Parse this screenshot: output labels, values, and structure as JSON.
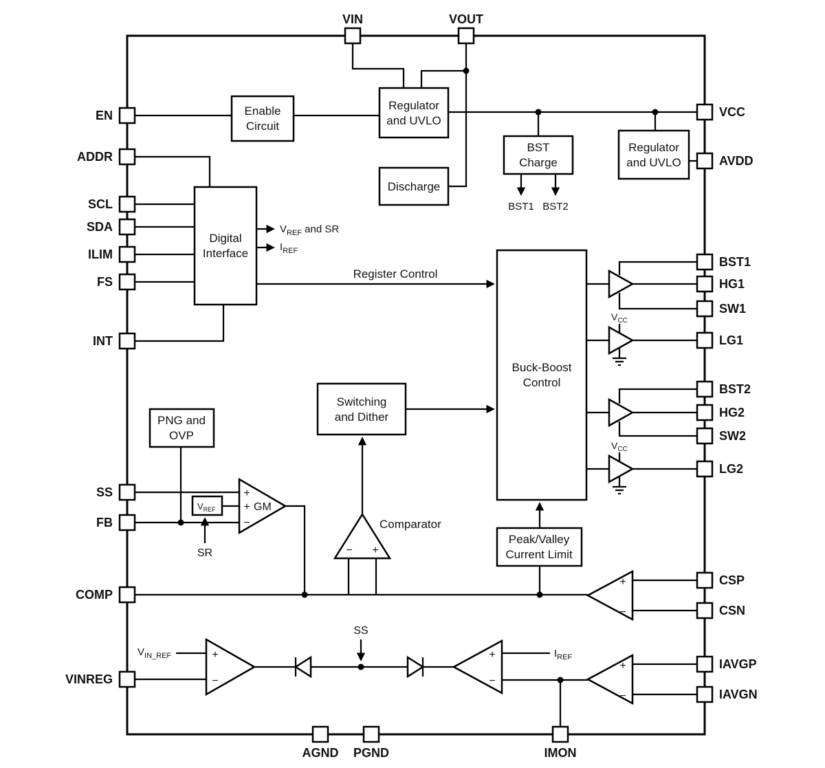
{
  "pins": {
    "vin": "VIN",
    "vout": "VOUT",
    "en": "EN",
    "addr": "ADDR",
    "scl": "SCL",
    "sda": "SDA",
    "ilim": "ILIM",
    "fs": "FS",
    "int": "INT",
    "ss": "SS",
    "fb": "FB",
    "comp": "COMP",
    "vinreg": "VINREG",
    "vcc": "VCC",
    "avdd": "AVDD",
    "bst1": "BST1",
    "hg1": "HG1",
    "sw1": "SW1",
    "lg1": "LG1",
    "bst2": "BST2",
    "hg2": "HG2",
    "sw2": "SW2",
    "lg2": "LG2",
    "csp": "CSP",
    "csn": "CSN",
    "iavgp": "IAVGP",
    "iavgn": "IAVGN",
    "agnd": "AGND",
    "pgnd": "PGND",
    "imon": "IMON"
  },
  "blocks": {
    "enable": {
      "l1": "Enable",
      "l2": "Circuit"
    },
    "reg_uvlo_top": {
      "l1": "Regulator",
      "l2": "and UVLO"
    },
    "discharge": {
      "l1": "Discharge"
    },
    "bst_charge": {
      "l1": "BST",
      "l2": "Charge"
    },
    "reg_uvlo_right": {
      "l1": "Regulator",
      "l2": "and UVLO"
    },
    "digital_interface": {
      "l1": "Digital",
      "l2": "Interface"
    },
    "buck_boost": {
      "l1": "Buck-Boost",
      "l2": "Control"
    },
    "switching_dither": {
      "l1": "Switching",
      "l2": "and Dither"
    },
    "png_ovp": {
      "l1": "PNG and",
      "l2": "OVP"
    },
    "peak_valley": {
      "l1": "Peak/Valley",
      "l2": "Current Limit"
    }
  },
  "labels": {
    "register_control": "Register Control",
    "comparator": "Comparator",
    "gm": "GM",
    "sr": "SR",
    "ss_node": "SS",
    "bst1_out": "BST1",
    "bst2_out": "BST2",
    "plus": "+",
    "minus": "−",
    "vref_sr": {
      "base": "V",
      "sub": "REF",
      "tail": " and SR"
    },
    "iref_di": {
      "base": "I",
      "sub": "REF"
    },
    "vref_box": {
      "base": "V",
      "sub": "REF"
    },
    "vcc_rail": {
      "base": "V",
      "sub": "CC"
    },
    "vin_ref": {
      "base": "V",
      "sub": "IN_REF"
    },
    "iref_node": {
      "base": "I",
      "sub": "REF"
    }
  },
  "colors": {
    "line": "#000000",
    "background": "#ffffff",
    "text": "#111111"
  }
}
